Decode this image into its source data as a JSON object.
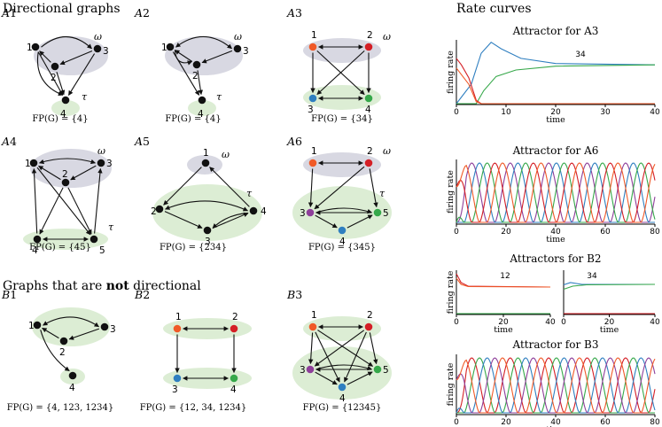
{
  "section_titles": {
    "directional": "Directional graphs",
    "not_directional_prefix": "Graphs that are",
    "not_directional_bold": "not",
    "not_directional_suffix": "directional",
    "rate_curves": "Rate curves"
  },
  "symbols": {
    "omega": "ω",
    "tau": "τ"
  },
  "colors": {
    "black": "#111111",
    "orange": "#f05a28",
    "red": "#d41f26",
    "purple": "#8e3f9a",
    "blue": "#2f7fc0",
    "green": "#36a84a",
    "omega_ellipse": "#d8d8e2",
    "tau_ellipse": "#dcedd4"
  },
  "graphs": [
    {
      "id": "A1",
      "fp": "FP(G) = {4}",
      "nodes": [
        {
          "label": "1",
          "color": "black"
        },
        {
          "label": "2",
          "color": "black"
        },
        {
          "label": "3",
          "color": "black"
        },
        {
          "label": "4",
          "color": "black"
        }
      ]
    },
    {
      "id": "A2",
      "fp": "FP(G) = {4}",
      "nodes": [
        {
          "label": "1",
          "color": "black"
        },
        {
          "label": "2",
          "color": "black"
        },
        {
          "label": "3",
          "color": "black"
        },
        {
          "label": "4",
          "color": "black"
        }
      ]
    },
    {
      "id": "A3",
      "fp": "FP(G) = {34}",
      "nodes": [
        {
          "label": "1",
          "color": "orange"
        },
        {
          "label": "2",
          "color": "red"
        },
        {
          "label": "3",
          "color": "blue"
        },
        {
          "label": "4",
          "color": "green"
        }
      ]
    },
    {
      "id": "A4",
      "fp": "FP(G) = {45}",
      "nodes": [
        {
          "label": "1",
          "color": "black"
        },
        {
          "label": "2",
          "color": "black"
        },
        {
          "label": "3",
          "color": "black"
        },
        {
          "label": "4",
          "color": "black"
        },
        {
          "label": "5",
          "color": "black"
        }
      ]
    },
    {
      "id": "A5",
      "fp": "FP(G) = {234}",
      "nodes": [
        {
          "label": "1",
          "color": "black"
        },
        {
          "label": "2",
          "color": "black"
        },
        {
          "label": "3",
          "color": "black"
        },
        {
          "label": "4",
          "color": "black"
        }
      ]
    },
    {
      "id": "A6",
      "fp": "FP(G) = {345}",
      "nodes": [
        {
          "label": "1",
          "color": "orange"
        },
        {
          "label": "2",
          "color": "red"
        },
        {
          "label": "3",
          "color": "purple"
        },
        {
          "label": "4",
          "color": "blue"
        },
        {
          "label": "5",
          "color": "green"
        }
      ]
    },
    {
      "id": "B1",
      "fp": "FP(G) = {4, 123, 1234}",
      "nodes": [
        {
          "label": "1",
          "color": "black"
        },
        {
          "label": "2",
          "color": "black"
        },
        {
          "label": "3",
          "color": "black"
        },
        {
          "label": "4",
          "color": "black"
        }
      ]
    },
    {
      "id": "B2",
      "fp": "FP(G) = {12, 34, 1234}",
      "nodes": [
        {
          "label": "1",
          "color": "orange"
        },
        {
          "label": "2",
          "color": "red"
        },
        {
          "label": "3",
          "color": "blue"
        },
        {
          "label": "4",
          "color": "green"
        }
      ]
    },
    {
      "id": "B3",
      "fp": "FP(G) = {12345}",
      "nodes": [
        {
          "label": "1",
          "color": "orange"
        },
        {
          "label": "2",
          "color": "red"
        },
        {
          "label": "3",
          "color": "purple"
        },
        {
          "label": "4",
          "color": "blue"
        },
        {
          "label": "5",
          "color": "green"
        }
      ]
    }
  ],
  "chart_data": [
    {
      "type": "line",
      "title": "Attractor for A3",
      "xlabel": "time",
      "ylabel": "firing rate",
      "xlim": [
        0,
        40
      ],
      "xticks": [
        "0",
        "10",
        "20",
        "30",
        "40"
      ],
      "annotation": "34",
      "series": [
        {
          "color": "blue",
          "points": [
            [
              0,
              0
            ],
            [
              3,
              0.3
            ],
            [
              5,
              0.78
            ],
            [
              7,
              0.95
            ],
            [
              9,
              0.85
            ],
            [
              13,
              0.7
            ],
            [
              20,
              0.62
            ],
            [
              40,
              0.6
            ]
          ]
        },
        {
          "color": "green",
          "points": [
            [
              0,
              0
            ],
            [
              4,
              0
            ],
            [
              5.5,
              0.2
            ],
            [
              8,
              0.42
            ],
            [
              12,
              0.52
            ],
            [
              20,
              0.58
            ],
            [
              40,
              0.6
            ]
          ]
        },
        {
          "color": "red",
          "points": [
            [
              0,
              0.7
            ],
            [
              1,
              0.6
            ],
            [
              2.5,
              0.4
            ],
            [
              4,
              0.05
            ],
            [
              5,
              0
            ],
            [
              40,
              0
            ]
          ]
        },
        {
          "color": "orange",
          "points": [
            [
              0,
              0.55
            ],
            [
              1,
              0.45
            ],
            [
              2.5,
              0.3
            ],
            [
              4,
              0.03
            ],
            [
              5,
              0
            ],
            [
              40,
              0
            ]
          ]
        }
      ]
    },
    {
      "type": "line",
      "title": "Attractor for A6",
      "xlabel": "time",
      "ylabel": "firing rate",
      "xlim": [
        0,
        80
      ],
      "xticks": [
        "0",
        "20",
        "40",
        "60",
        "80"
      ],
      "series": [
        {
          "color": "purple"
        },
        {
          "color": "blue"
        },
        {
          "color": "green"
        },
        {
          "color": "red"
        },
        {
          "color": "orange"
        }
      ]
    },
    {
      "type": "line",
      "title": "Attractors for B2",
      "xlabel": "time",
      "ylabel": "firing rate",
      "xlim": [
        0,
        40
      ],
      "xticks": [
        "0",
        "20",
        "40"
      ],
      "annotation": "12",
      "series": [
        {
          "color": "red",
          "points": [
            [
              0,
              0.9
            ],
            [
              2,
              0.7
            ],
            [
              5,
              0.62
            ],
            [
              40,
              0.6
            ]
          ]
        },
        {
          "color": "orange",
          "points": [
            [
              0,
              0.8
            ],
            [
              2,
              0.66
            ],
            [
              5,
              0.61
            ],
            [
              40,
              0.6
            ]
          ]
        },
        {
          "color": "green",
          "points": [
            [
              0,
              0
            ],
            [
              40,
              0
            ]
          ]
        }
      ]
    },
    {
      "type": "line",
      "title": "",
      "xlabel": "time",
      "ylabel": "",
      "xlim": [
        0,
        40
      ],
      "xticks": [
        "0",
        "20",
        "40"
      ],
      "annotation": "34",
      "series": [
        {
          "color": "blue",
          "points": [
            [
              0,
              0.65
            ],
            [
              3,
              0.7
            ],
            [
              8,
              0.66
            ],
            [
              40,
              0.66
            ]
          ]
        },
        {
          "color": "green",
          "points": [
            [
              0,
              0.55
            ],
            [
              4,
              0.62
            ],
            [
              10,
              0.65
            ],
            [
              40,
              0.66
            ]
          ]
        },
        {
          "color": "red",
          "points": [
            [
              0,
              0
            ],
            [
              40,
              0
            ]
          ]
        }
      ]
    },
    {
      "type": "line",
      "title": "Attractor for B3",
      "xlabel": "time",
      "ylabel": "firing rate",
      "xlim": [
        0,
        80
      ],
      "xticks": [
        "0",
        "20",
        "40",
        "60",
        "80"
      ],
      "series": [
        {
          "color": "red"
        },
        {
          "color": "green"
        },
        {
          "color": "blue"
        },
        {
          "color": "purple"
        },
        {
          "color": "orange"
        }
      ]
    }
  ]
}
